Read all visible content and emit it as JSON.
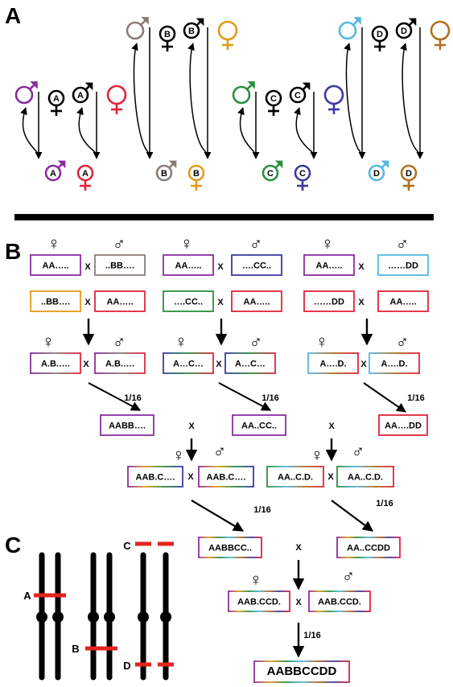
{
  "panels": {
    "a": "A",
    "b": "B",
    "c": "C"
  },
  "colors": {
    "purple": "#8a2d9e",
    "red": "#e0243a",
    "gray": "#8a7d78",
    "orange": "#e39a1c",
    "green": "#2b8f3e",
    "blue": "#3a3aa0",
    "cyan": "#55b8e0",
    "brown": "#b07020",
    "black": "#000000",
    "marker": "#e3241b"
  },
  "panel_a": {
    "founders": [
      {
        "group": "A",
        "strain_male_color": "purple",
        "strain_female_color": "red"
      },
      {
        "group": "B",
        "strain_male_color": "gray",
        "strain_female_color": "orange"
      },
      {
        "group": "C",
        "strain_male_color": "green",
        "strain_female_color": "blue"
      },
      {
        "group": "D",
        "strain_male_color": "cyan",
        "strain_female_color": "brown"
      }
    ],
    "letters": [
      "A",
      "A",
      "A",
      "A",
      "B",
      "B",
      "B",
      "B",
      "C",
      "C",
      "C",
      "C",
      "D",
      "D",
      "D",
      "D"
    ]
  },
  "panel_b": {
    "female_symbol": "♀",
    "male_symbol": "♂",
    "cross": "X",
    "row1": [
      {
        "left": "AA…..",
        "right": "..BB…."
      },
      {
        "left": "AA…..",
        "right": "….CC.."
      },
      {
        "left": "AA…..",
        "right": "……DD"
      }
    ],
    "row2": [
      {
        "left": "..BB….",
        "right": "AA….."
      },
      {
        "left": "….CC..",
        "right": "AA….."
      },
      {
        "left": "……DD",
        "right": "AA….."
      }
    ],
    "f1": [
      {
        "left": "A.B.….",
        "right": "A.B.…."
      },
      {
        "left": "A…C…",
        "right": "A…C…"
      },
      {
        "left": "A….D.",
        "right": "A….D."
      }
    ],
    "fraction": "1/16",
    "homo1": [
      "AABB….",
      "AA..CC..",
      "AA….DD"
    ],
    "inter1": [
      {
        "left": "AAB.C….",
        "right": "AAB.C…."
      },
      {
        "left": "AA..C.D.",
        "right": "AA..C.D."
      }
    ],
    "homo2": [
      "AABBCC..",
      "AA..CCDD"
    ],
    "inter2": {
      "left": "AAB.CCD.",
      "right": "AAB.CCD."
    },
    "final": "AABBCCDD"
  },
  "panel_c": {
    "labels": [
      "A",
      "B",
      "C",
      "D"
    ]
  }
}
